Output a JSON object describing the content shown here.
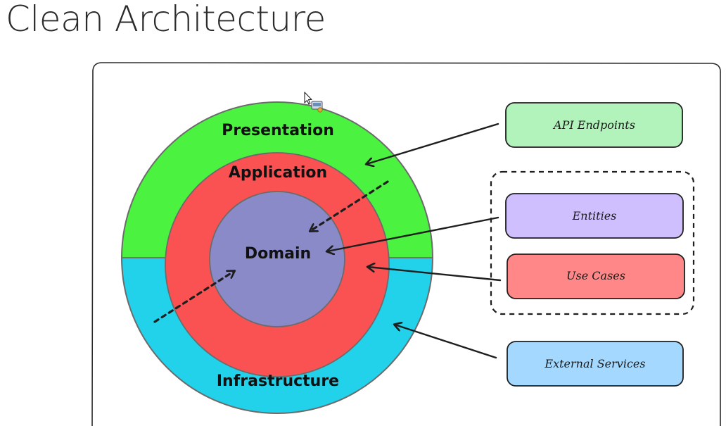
{
  "title": "Clean Architecture",
  "layers": {
    "presentation": {
      "label": "Presentation",
      "color": "#4cf240"
    },
    "application": {
      "label": "Application",
      "color": "#fa5252"
    },
    "domain": {
      "label": "Domain",
      "color": "#8a8ac9"
    },
    "infrastructure": {
      "label": "Infrastructure",
      "color": "#22d1ea"
    }
  },
  "components": {
    "api_endpoints": {
      "label": "API Endpoints",
      "color": "#b2f2bb"
    },
    "entities": {
      "label": "Entities",
      "color": "#d0bfff"
    },
    "use_cases": {
      "label": "Use Cases",
      "color": "#ff8787"
    },
    "external_services": {
      "label": "External Services",
      "color": "#a5d8ff"
    }
  },
  "colors": {
    "stroke": "#1e1e1e",
    "ring_stroke": "#6b6b6b"
  },
  "icons": [
    "mouse-cursor-icon"
  ]
}
